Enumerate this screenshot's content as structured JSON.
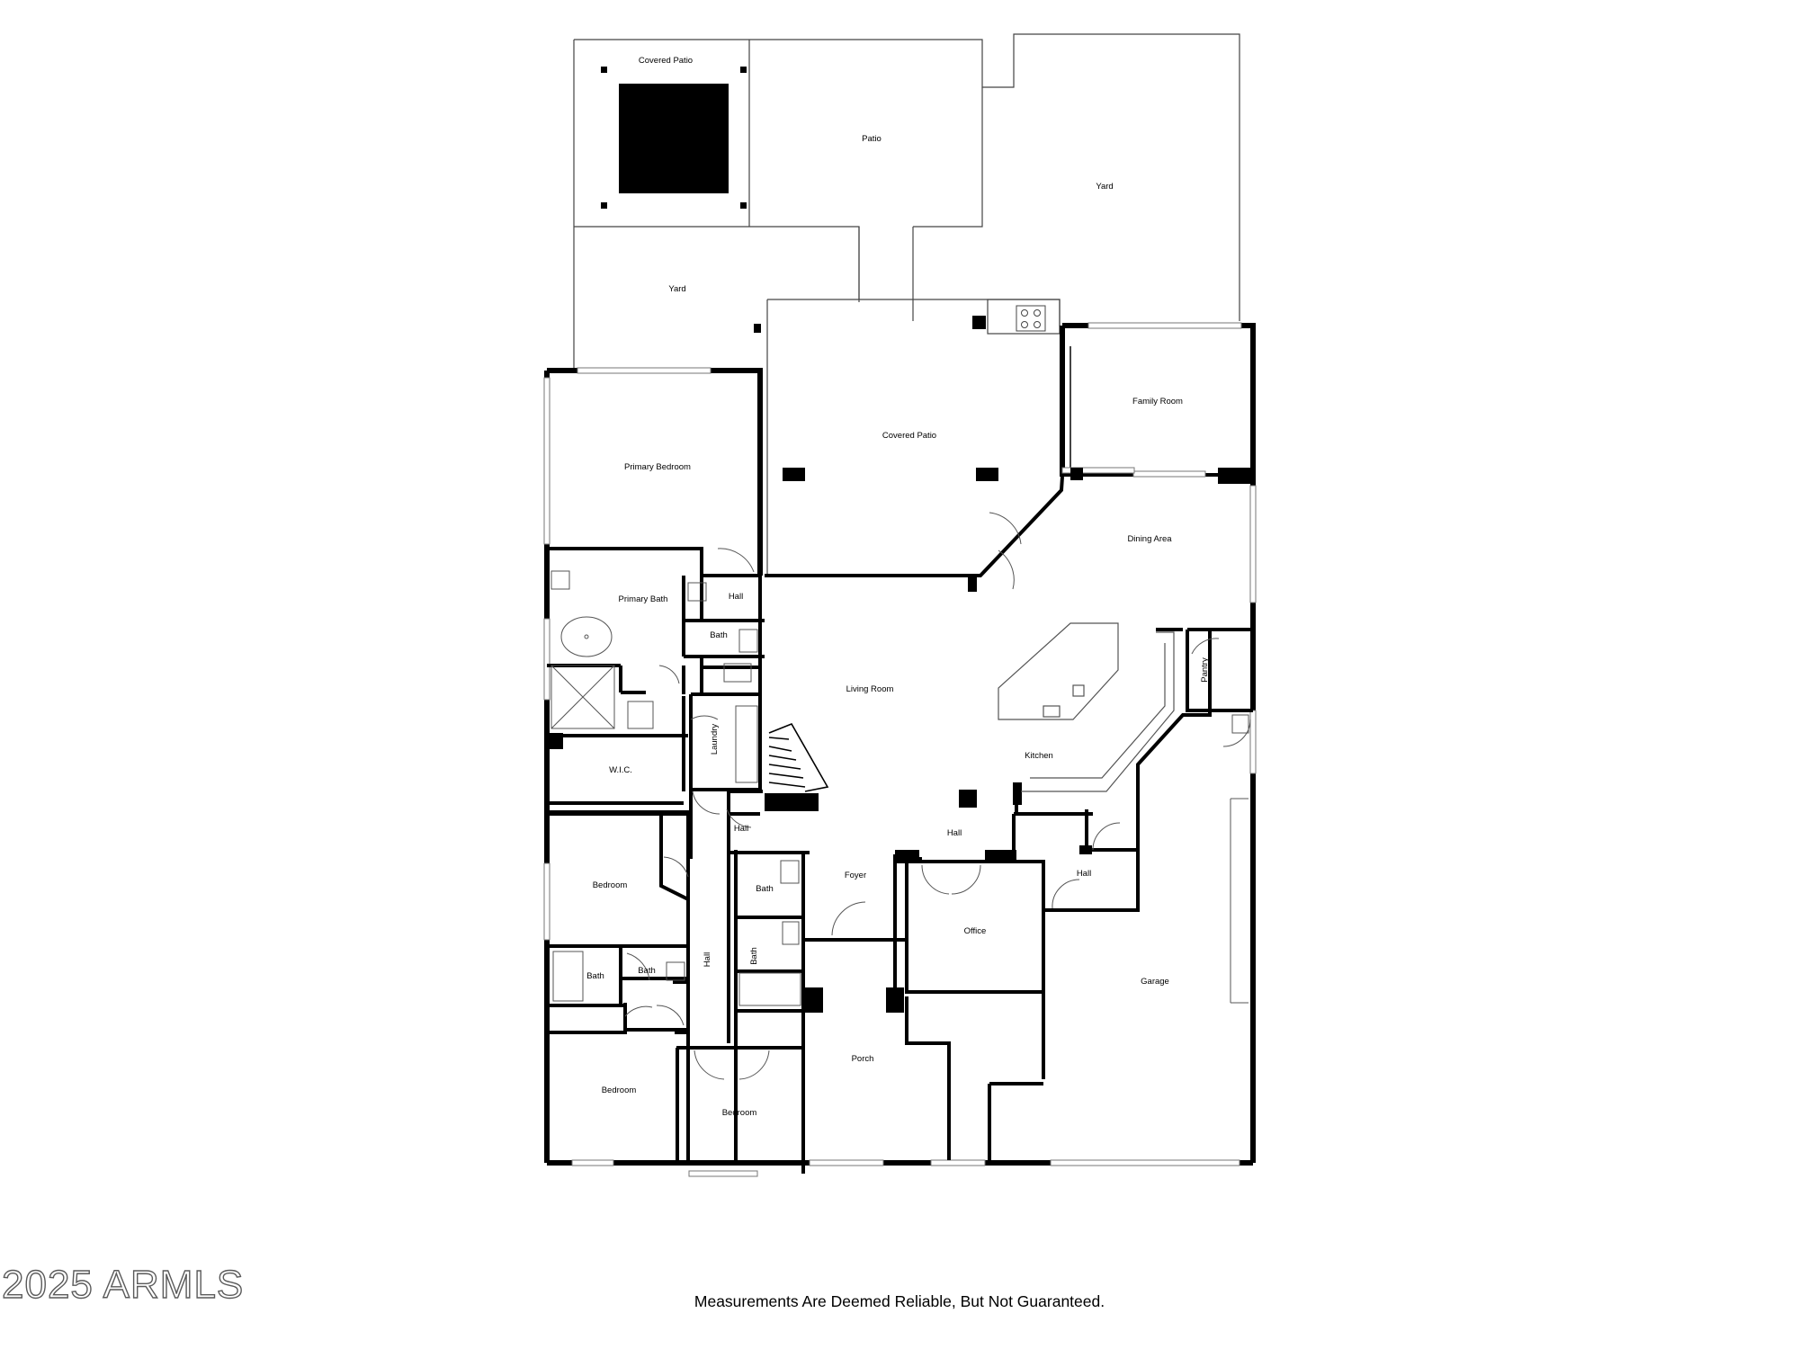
{
  "rooms": {
    "covered_patio_top": "Covered Patio",
    "patio": "Patio",
    "yard_right": "Yard",
    "yard_left": "Yard",
    "primary_bedroom": "Primary Bedroom",
    "covered_patio_main": "Covered Patio",
    "family_room": "Family Room",
    "primary_bath": "Primary Bath",
    "hall_upper": "Hall",
    "bath_upper": "Bath",
    "dining_area": "Dining Area",
    "living_room": "Living Room",
    "pantry": "Pantry",
    "laundry": "Laundry",
    "wic": "W.I.C.",
    "kitchen": "Kitchen",
    "hall_left": "Hall",
    "hall_center": "Hall",
    "bedroom_1": "Bedroom",
    "bath_mid": "Bath",
    "foyer": "Foyer",
    "hall_right": "Hall",
    "office": "Office",
    "bath_a": "Bath",
    "bath_b": "Bath",
    "hall_vertical": "Hall",
    "bath_vertical": "Bath",
    "garage": "Garage",
    "porch": "Porch",
    "bedroom_2": "Bedroom",
    "bedroom_3": "Bedroom"
  },
  "footer": {
    "disclaimer": "Measurements Are Deemed Reliable, But Not Guaranteed."
  },
  "watermark": "2025 ARMLS",
  "colors": {
    "wall": "#000000",
    "line": "#3a3a3a",
    "background": "#ffffff"
  }
}
